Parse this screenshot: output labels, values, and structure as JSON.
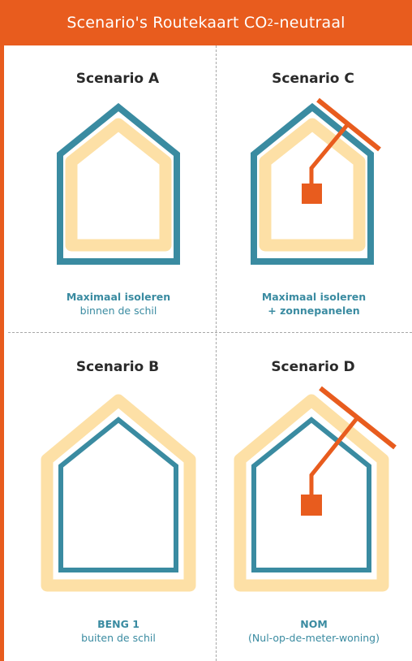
{
  "header": {
    "title_prefix": "Scenario's Routekaart CO",
    "title_sub": "2",
    "title_suffix": "-neutraal"
  },
  "scenarios": {
    "a": {
      "title": "Scenario A",
      "caption_line1": "Maximaal isoleren",
      "caption_line2": "binnen de schil"
    },
    "c": {
      "title": "Scenario C",
      "caption_line1": "Maximaal isoleren",
      "caption_line2": "+ zonnepanelen"
    },
    "b": {
      "title": "Scenario B",
      "caption_line1": "BENG 1",
      "caption_line2": "buiten de schil"
    },
    "d": {
      "title": "Scenario D",
      "caption_line1": "NOM",
      "caption_line2": "(Nul-op-de-meter-woning)"
    }
  },
  "colors": {
    "accent": "#e85c1e",
    "shell": "#3a8ba1",
    "insulation": "#fde0a6",
    "divider": "#a8a8a8"
  },
  "icons": {
    "house_shell": "house-outline-icon",
    "insulation_layer": "insulation-outline-icon",
    "solar_panel": "solar-panel-icon"
  }
}
